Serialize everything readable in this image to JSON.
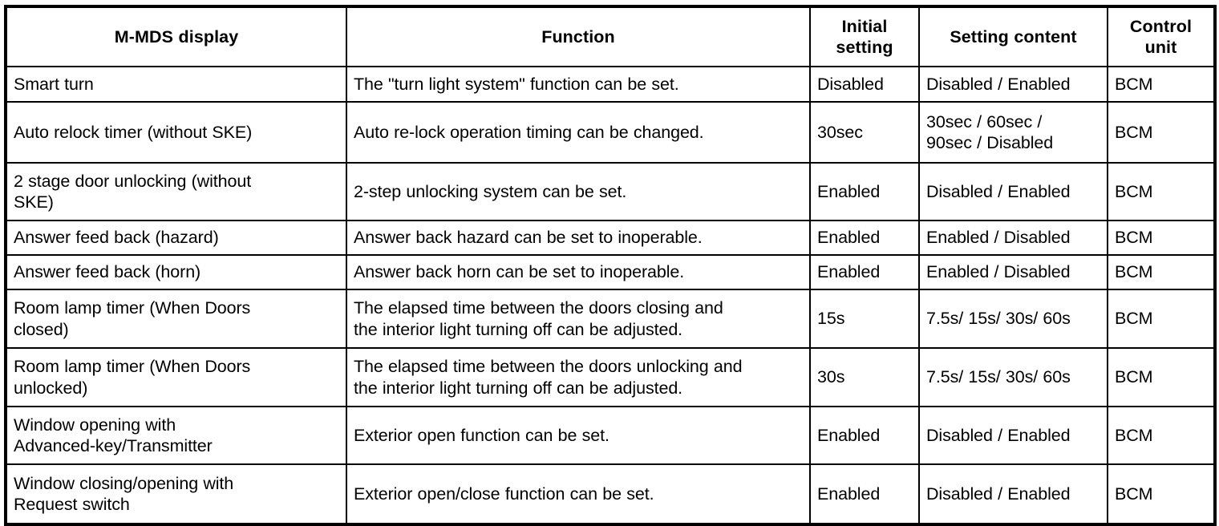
{
  "table": {
    "name": "vehicle-configuration-settings-table",
    "columns": [
      {
        "key": "display",
        "label": "M-MDS display"
      },
      {
        "key": "function",
        "label": "Function"
      },
      {
        "key": "initial",
        "label": "Initial\nsetting"
      },
      {
        "key": "setting",
        "label": "Setting content"
      },
      {
        "key": "control",
        "label": "Control\nunit"
      }
    ],
    "rows": [
      {
        "display": "Smart turn",
        "function": "The \"turn light system\" function can be set.",
        "initial": "Disabled",
        "setting": "Disabled / Enabled",
        "control": "BCM"
      },
      {
        "display": "Auto relock timer (without SKE)",
        "function": "Auto re-lock operation timing can be changed.",
        "initial": "30sec",
        "setting": "30sec / 60sec /\n90sec / Disabled",
        "control": "BCM"
      },
      {
        "display": "2 stage door unlocking (without\nSKE)",
        "function": "2-step unlocking system can be set.",
        "initial": "Enabled",
        "setting": "Disabled / Enabled",
        "control": "BCM"
      },
      {
        "display": "Answer feed back (hazard)",
        "function": "Answer back hazard can be set to inoperable.",
        "initial": "Enabled",
        "setting": "Enabled / Disabled",
        "control": "BCM"
      },
      {
        "display": "Answer feed back (horn)",
        "function": "Answer back horn can be set to inoperable.",
        "initial": "Enabled",
        "setting": "Enabled / Disabled",
        "control": "BCM"
      },
      {
        "display": "Room lamp timer (When Doors\nclosed)",
        "function": "The elapsed time between the doors closing and\nthe interior light turning off can be adjusted.",
        "initial": "15s",
        "setting": "7.5s/ 15s/ 30s/ 60s",
        "control": "BCM"
      },
      {
        "display": "Room lamp timer (When Doors\nunlocked)",
        "function": "The elapsed time between the doors unlocking and\nthe interior light turning off can be adjusted.",
        "initial": "30s",
        "setting": "7.5s/ 15s/ 30s/ 60s",
        "control": "BCM"
      },
      {
        "display": "Window opening with\nAdvanced-key/Transmitter",
        "function": "Exterior open function can be set.",
        "initial": "Enabled",
        "setting": "Disabled / Enabled",
        "control": "BCM"
      },
      {
        "display": "Window closing/opening with\nRequest switch",
        "function": "Exterior open/close function can be set.",
        "initial": "Enabled",
        "setting": "Disabled / Enabled",
        "control": "BCM"
      }
    ]
  },
  "colors": {
    "background": "#ffffff",
    "text": "#000000",
    "border": "#000000"
  }
}
